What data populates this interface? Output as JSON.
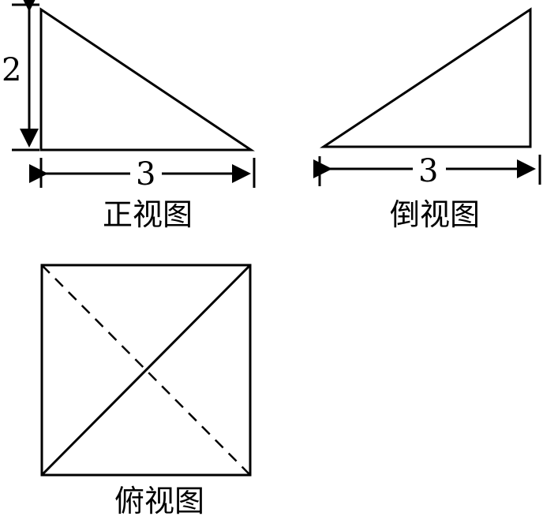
{
  "views": {
    "front": {
      "label": "正视图",
      "height_label": "2",
      "width_label": "3"
    },
    "side": {
      "label": "倒视图",
      "width_label": "3"
    },
    "top": {
      "label": "俯视图"
    }
  }
}
